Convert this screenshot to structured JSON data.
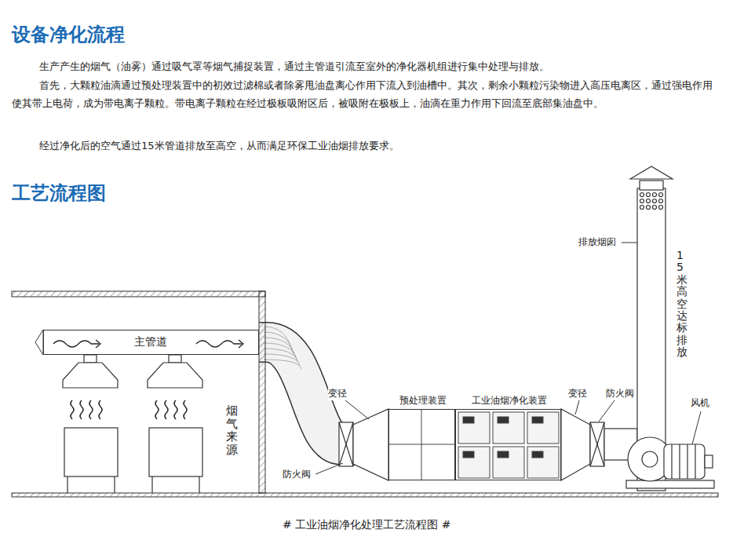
{
  "diagram": {
    "title": "设备净化流程",
    "caption": "# 工业油烟净化处理工艺流程图 #",
    "nodes": [
      {
        "text": [
          "主管道"
        ]
      },
      {
        "text": [
          "预处理装置"
        ]
      },
      {
        "text": [
          "工业油烟净化装置"
        ]
      }
    ],
    "edges": [
      {
        "from": 0,
        "to": 1,
        "arrow": "none"
      }
    ],
    "labels": [
      "工艺流程图",
      "生产产生的烟气（油雾）通过吸气罩等烟气捕捉装置，通过主管道引流至室外的净化器机组进行集中处理与排放。",
      "首先，大颗粒油滴通过预处理装置中的初效过滤棉或者除雾甩油盘离心作用下流入到油槽中。其次，剩余小颗粒污染物进入高压电离区，通过强电作用使其带上电荷，成为带电离子颗粒。带电离子颗粒在经过极板吸附区后，被吸附在极板上，油滴在重力作用下回流至底部集油盘中。",
      "经过净化后的空气通过15米管道排放至高空，从而满足环保工业油烟排放要求。",
      "烟气来源",
      "变径",
      "防火阀",
      "变径",
      "防火阀",
      "排放烟囱",
      "15米高空达标排放",
      "风机"
    ]
  }
}
